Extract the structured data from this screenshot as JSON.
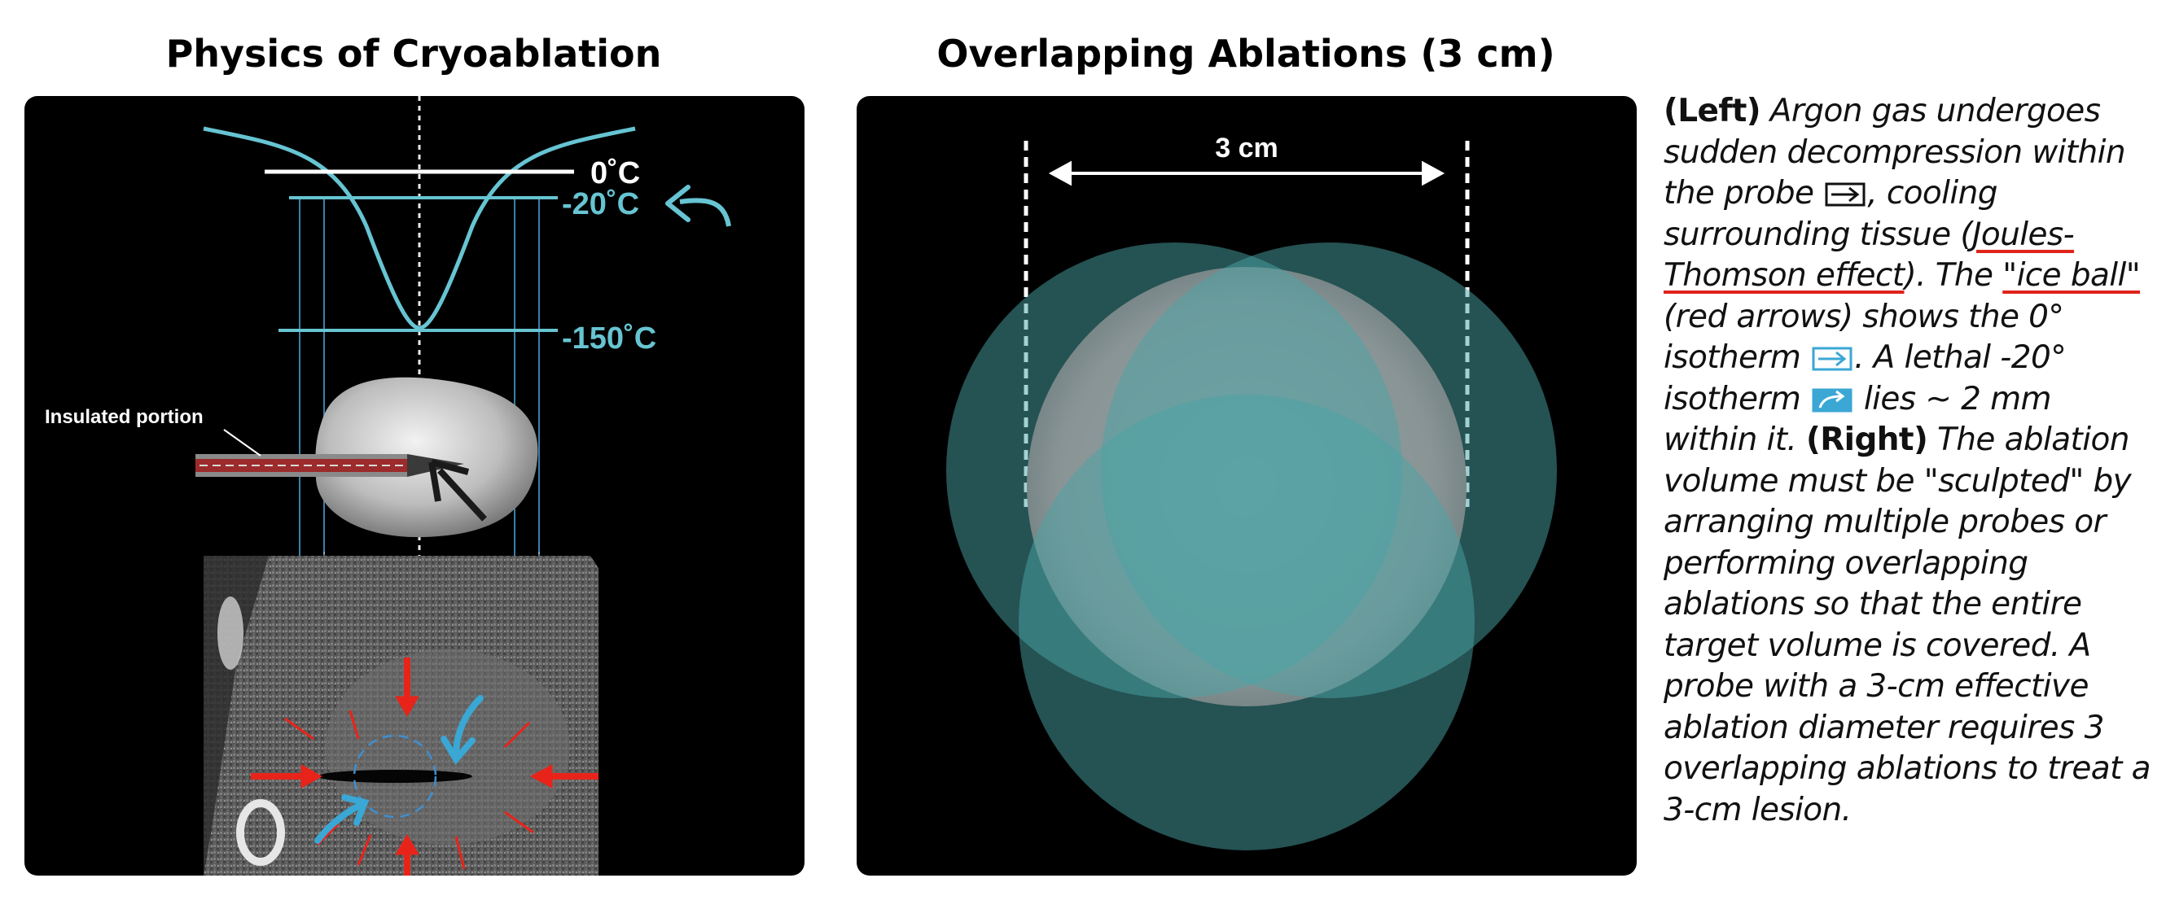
{
  "left_panel": {
    "title": "Physics of Cryoablation",
    "temps": [
      "0˚C",
      "-20˚C",
      "-150˚C"
    ],
    "probe_label": "Insulated portion"
  },
  "right_panel": {
    "title": "Overlapping Ablations (3 cm)",
    "dimension_label": "3 cm"
  },
  "caption": {
    "left_tag": "(Left)",
    "p1": "Argon gas undergoes sudden decompression within the probe",
    "p2": ", cooling surrounding tissue (",
    "p3": "Joules-Thomson effect",
    "p4": "). The ",
    "p5": "\"ice ball\"",
    "p6": " (red arrows) shows the 0° isotherm",
    "p7": ". A lethal -20° isotherm",
    "p8": " lies ~ 2 mm within it.",
    "right_tag": "(Right)",
    "p9": "The ablation volume must be \"sculpted\" by arranging multiple probes or performing overlapping ablations so that the entire target volume is covered. A probe with a 3-cm effective ablation diameter requires 3 overlapping ablations to treat a 3-cm lesion.",
    "icons": [
      "black-arrow-icon",
      "blue-arrow-icon",
      "blue-curved-arrow-icon"
    ]
  },
  "colors": {
    "cyan": "#67c4d2",
    "teal_circle": "#3f8a8c",
    "red_zone": "#c98585",
    "red_arrow": "#e8241a",
    "underline_red": "#e0241b"
  }
}
